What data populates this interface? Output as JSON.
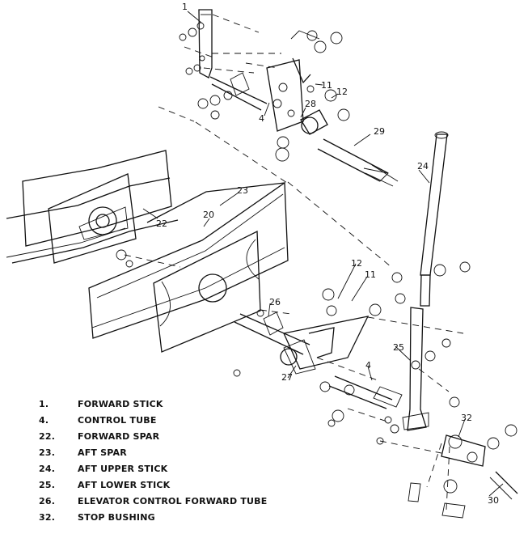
{
  "callouts": {
    "forward_stick_top": "1",
    "control_tube_top": "4",
    "bushing_top_11": "11",
    "bushing_top_12": "12",
    "part_28": "28",
    "part_29": "29",
    "aft_upper_stick": "24",
    "aft_spar": "23",
    "part_20": "20",
    "forward_spar": "22",
    "bushing_mid_12": "12",
    "bushing_mid_11": "11",
    "elevator_tube": "26",
    "aft_lower_stick": "25",
    "control_tube_lower": "4",
    "part_27": "27",
    "stop_bushing": "32",
    "part_30": "30"
  },
  "legend": [
    {
      "num": "1.",
      "name": "FORWARD STICK"
    },
    {
      "num": "4.",
      "name": "CONTROL TUBE"
    },
    {
      "num": "22.",
      "name": "FORWARD SPAR"
    },
    {
      "num": "23.",
      "name": "AFT SPAR"
    },
    {
      "num": "24.",
      "name": "AFT UPPER STICK"
    },
    {
      "num": "25.",
      "name": "AFT LOWER STICK"
    },
    {
      "num": "26.",
      "name": "ELEVATOR CONTROL FORWARD TUBE"
    },
    {
      "num": "32.",
      "name": "STOP BUSHING"
    }
  ]
}
